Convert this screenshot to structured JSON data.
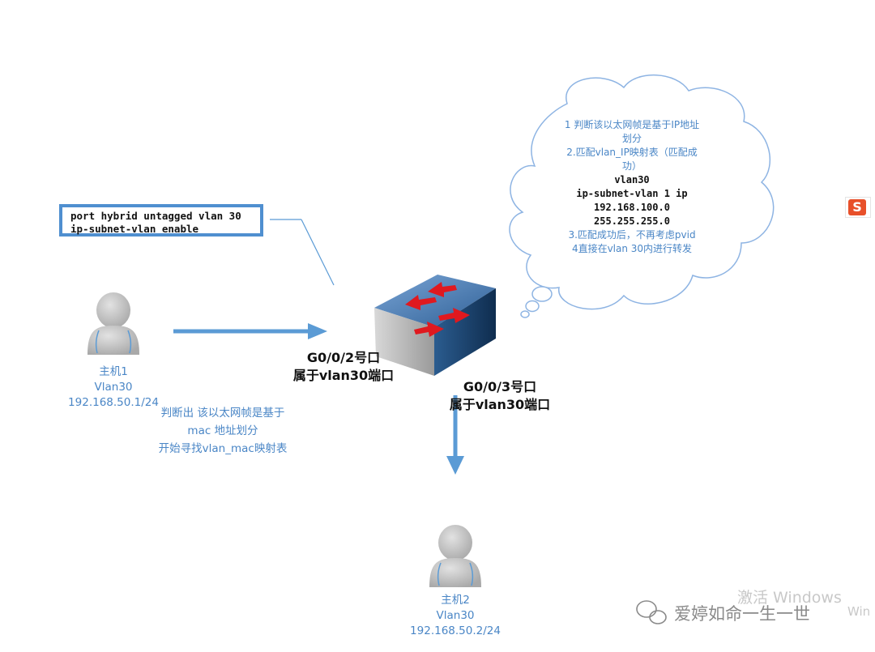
{
  "config_box": {
    "line1": "port hybrid untagged vlan 30",
    "line2": "ip-subnet-vlan enable"
  },
  "port_in": {
    "name": "G0/0/2号口",
    "desc": "属于vlan30端口"
  },
  "port_out": {
    "name": "G0/0/3号口",
    "desc": "属于vlan30端口"
  },
  "host1": {
    "name": "主机1",
    "vlan": "Vlan30",
    "ip": "192.168.50.1/24"
  },
  "host2": {
    "name": "主机2",
    "vlan": "Vlan30",
    "ip": "192.168.50.2/24"
  },
  "mac_note": {
    "line1": "判断出 该以太网帧是基于",
    "line2": "mac 地址划分",
    "line3": "开始寻找vlan_mac映射表"
  },
  "cloud": {
    "line1": "1 判断该以太网帧是基于IP地址",
    "line2": "划分",
    "line3": "2.匹配vlan_IP映射表（匹配成",
    "line4": "功）",
    "line5": "vlan30",
    "line6": "ip-subnet-vlan 1 ip",
    "line7": "192.168.100.0",
    "line8": "255.255.255.0",
    "line9": "3.匹配成功后，不再考虑pvid",
    "line10": "4直接在vlan 30内进行转发"
  },
  "watermark": {
    "activate": "激活 Windows",
    "wechat": "爱婷如命一生一世",
    "fragment": "Win"
  },
  "colors": {
    "arrow": "#5b9bd5",
    "text_blue": "#4a86c6",
    "switch_top": "#4a7fb8",
    "switch_front": "#1f4e79",
    "switch_arrows": "#e0191f"
  },
  "icons": {
    "app_icon": "sogou-s-icon",
    "person": "person-silhouette-icon",
    "switch": "network-switch-icon"
  }
}
